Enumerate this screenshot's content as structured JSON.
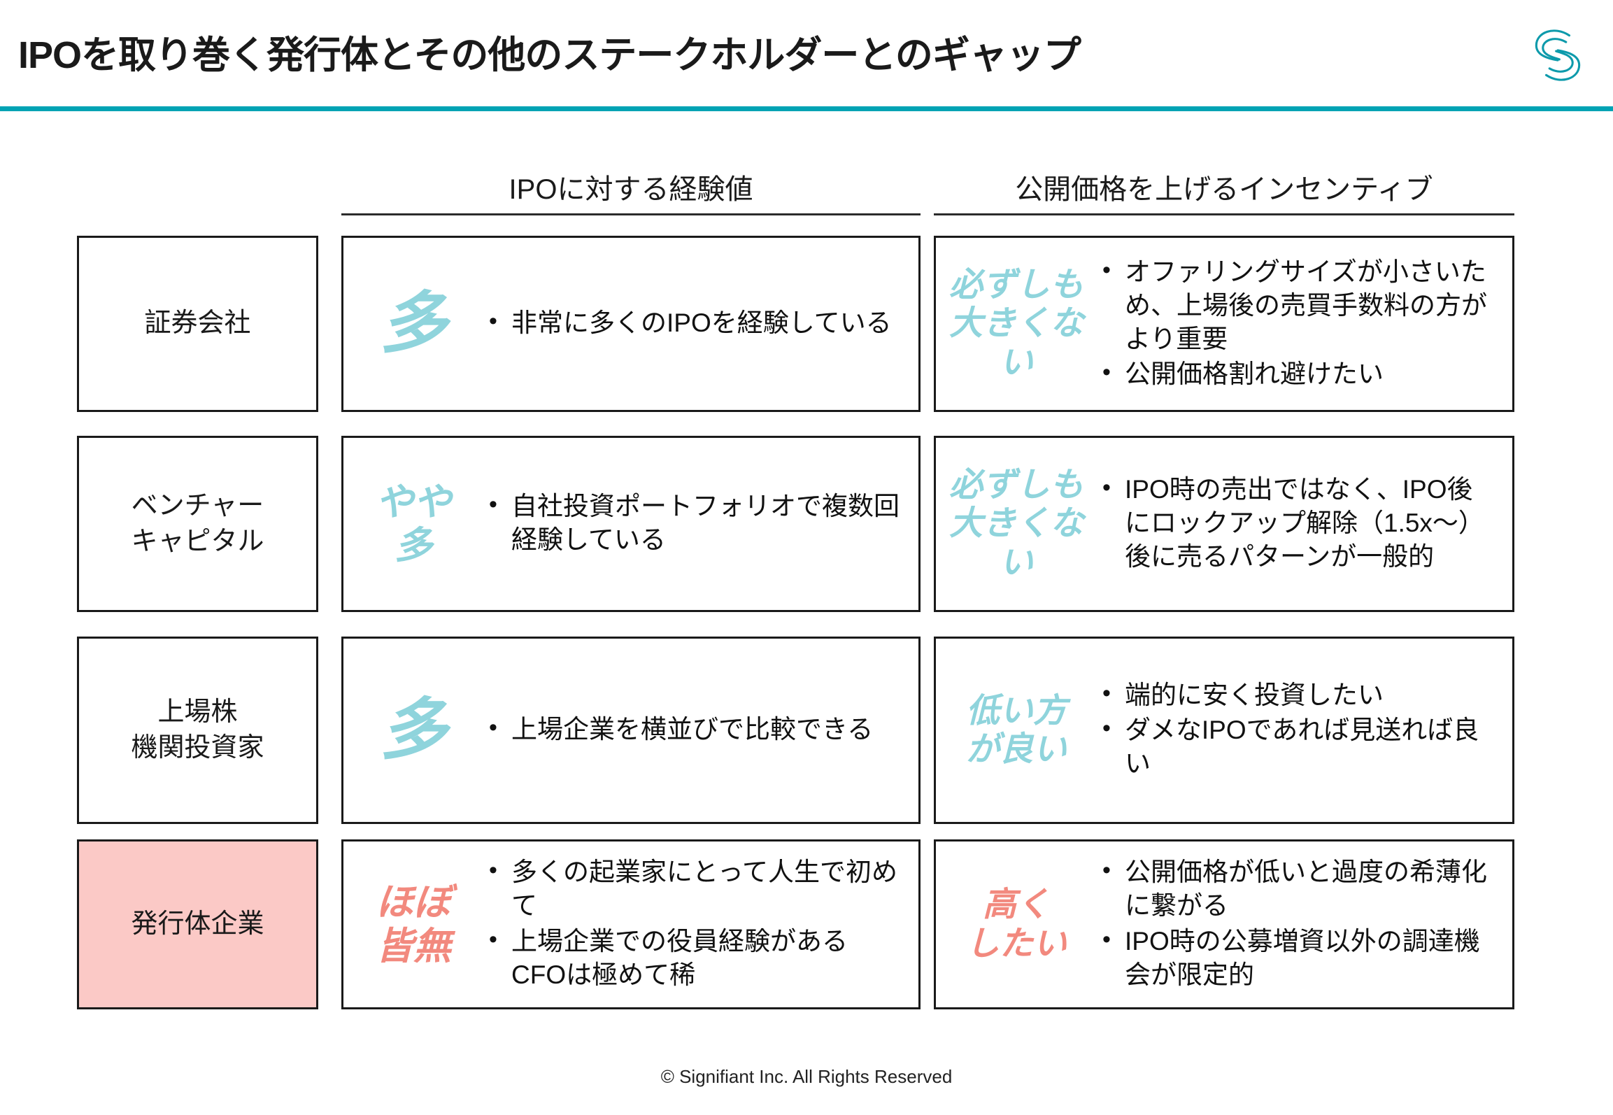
{
  "header": {
    "title": "IPOを取り巻く発行体とその他のステークホルダーとのギャップ",
    "logo_name": "signifiant-s-logo",
    "accent_color": "#00a3b4"
  },
  "columns": [
    {
      "label": "IPOに対する経験値"
    },
    {
      "label": "公開価格を上げるインセンティブ"
    }
  ],
  "colors": {
    "teal_text": "#8fd4dc",
    "pink_text": "#f2897e",
    "pink_fill": "#fbc9c6",
    "border": "#1a1a1a"
  },
  "rows": [
    {
      "label": "証券会社",
      "highlight": false,
      "experience": {
        "verdict": "多",
        "verdict_tone": "teal",
        "verdict_size": "big",
        "bullets": [
          "非常に多くのIPOを経験している"
        ]
      },
      "incentive": {
        "verdict": "必ずしも\n大きくない",
        "verdict_tone": "teal",
        "verdict_size": "sm",
        "bullets": [
          "オファリングサイズが小さいため、上場後の売買手数料の方がより重要",
          "公開価格割れ避けたい"
        ]
      }
    },
    {
      "label": "ベンチャー\nキャピタル",
      "highlight": false,
      "experience": {
        "verdict": "やや\n多",
        "verdict_tone": "teal",
        "verdict_size": "med",
        "bullets": [
          "自社投資ポートフォリオで複数回経験している"
        ]
      },
      "incentive": {
        "verdict": "必ずしも\n大きくない",
        "verdict_tone": "teal",
        "verdict_size": "sm",
        "bullets": [
          "IPO時の売出ではなく、IPO後にロックアップ解除（1.5x〜）後に売るパターンが一般的"
        ]
      }
    },
    {
      "label": "上場株\n機関投資家",
      "highlight": false,
      "experience": {
        "verdict": "多",
        "verdict_tone": "teal",
        "verdict_size": "big",
        "bullets": [
          "上場企業を横並びで比較できる"
        ]
      },
      "incentive": {
        "verdict": "低い方\nが良い",
        "verdict_tone": "teal",
        "verdict_size": "sm",
        "bullets": [
          "端的に安く投資したい",
          "ダメなIPOであれば見送れば良い"
        ]
      }
    },
    {
      "label": "発行体企業",
      "highlight": true,
      "experience": {
        "verdict": "ほぼ\n皆無",
        "verdict_tone": "pink",
        "verdict_size": "med",
        "bullets": [
          "多くの起業家にとって人生で初めて",
          "上場企業での役員経験があるCFOは極めて稀"
        ]
      },
      "incentive": {
        "verdict": "高く\nしたい",
        "verdict_tone": "pink",
        "verdict_size": "sm",
        "bullets": [
          "公開価格が低いと過度の希薄化に繋がる",
          "IPO時の公募増資以外の調達機会が限定的"
        ]
      }
    }
  ],
  "footer": {
    "copyright": "© Signifiant Inc. All Rights Reserved"
  }
}
